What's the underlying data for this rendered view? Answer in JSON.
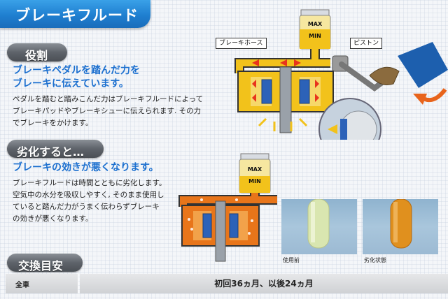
{
  "title": "ブレーキフルード",
  "section_role": {
    "header": "役割",
    "lead_line1": "ブレーキペダルを踏んだ力を",
    "lead_line2": "ブレーキに伝えています。",
    "body_line1": "ペダルを踏むと踏みこんだ力はブレーキフルードによって",
    "body_line2": "ブレーキパッドやブレーキシューに伝えられます. その力",
    "body_line3": "でブレーキをかけます。"
  },
  "section_degrade": {
    "header": "劣化すると…",
    "lead_line1": "ブレーキの効きが悪くなります。",
    "body_line1": "ブレーキフルードは時間とともに劣化します。",
    "body_line2": "空気中の水分を吸収しやすく, そのまま使用し",
    "body_line3": "ていると踏んだ力がうまく伝わらずブレーキ",
    "body_line4": "の効きが悪くなります。"
  },
  "section_interval": {
    "header": "交換目安",
    "row_label": "全車",
    "row_value": "初回36ヵ月、以後24ヵ月"
  },
  "diagram": {
    "hose_label": "ブレーキホース",
    "piston_label": "ピストン",
    "max_label": "MAX",
    "min_label": "MIN",
    "max_label_2": "MAX",
    "min_label_2": "MIN"
  },
  "photos": {
    "before_label": "使用前",
    "after_label": "劣化状態"
  },
  "colors": {
    "title_blue": "#1f7fd0",
    "fluid_yellow": "#f2c21b",
    "fluid_orange": "#e8751a",
    "arrow_red": "#e8341c",
    "pad_blue": "#2c62b8",
    "pedal_blue": "#1d5fae"
  }
}
